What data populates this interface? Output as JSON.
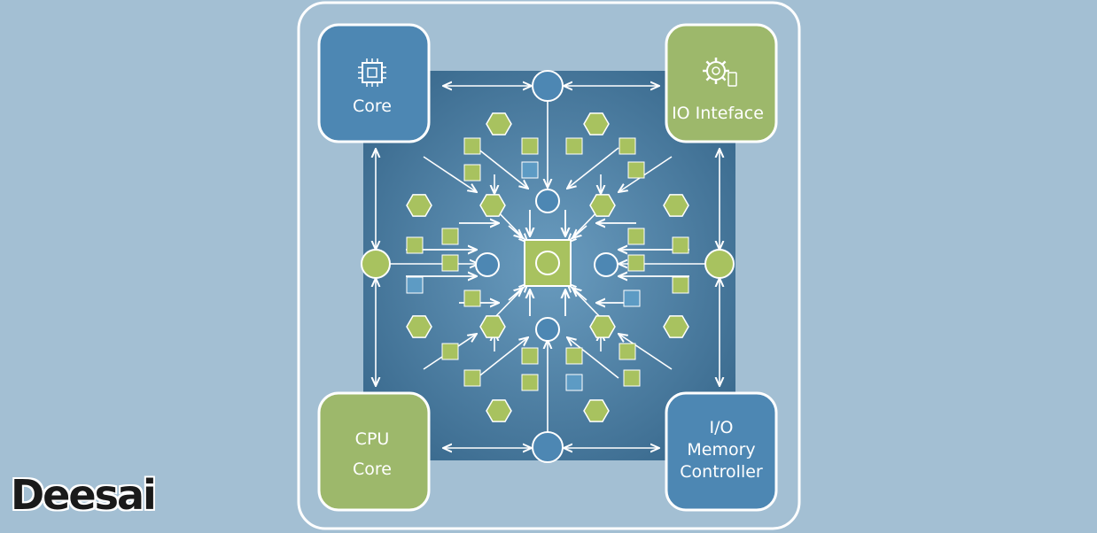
{
  "diagram": {
    "nodes": {
      "core": {
        "label": "Core",
        "icon": "cpu-chip-icon"
      },
      "io_interface": {
        "label": "IO Inteface",
        "icon": "gear-device-icon"
      },
      "cpu_core": {
        "lines": [
          "CPU",
          "Core"
        ]
      },
      "io_memory_controller": {
        "lines": [
          "I/O",
          "Memory",
          "Controller"
        ]
      }
    },
    "colors": {
      "background": "#a3bfd3",
      "grid_panel": "#3d6f93",
      "blue_node": "#4d87b3",
      "green_node": "#9db86b",
      "green_mark": "#a8c25f",
      "outline": "#ffffff"
    }
  },
  "watermark": {
    "text": "Deesai"
  }
}
